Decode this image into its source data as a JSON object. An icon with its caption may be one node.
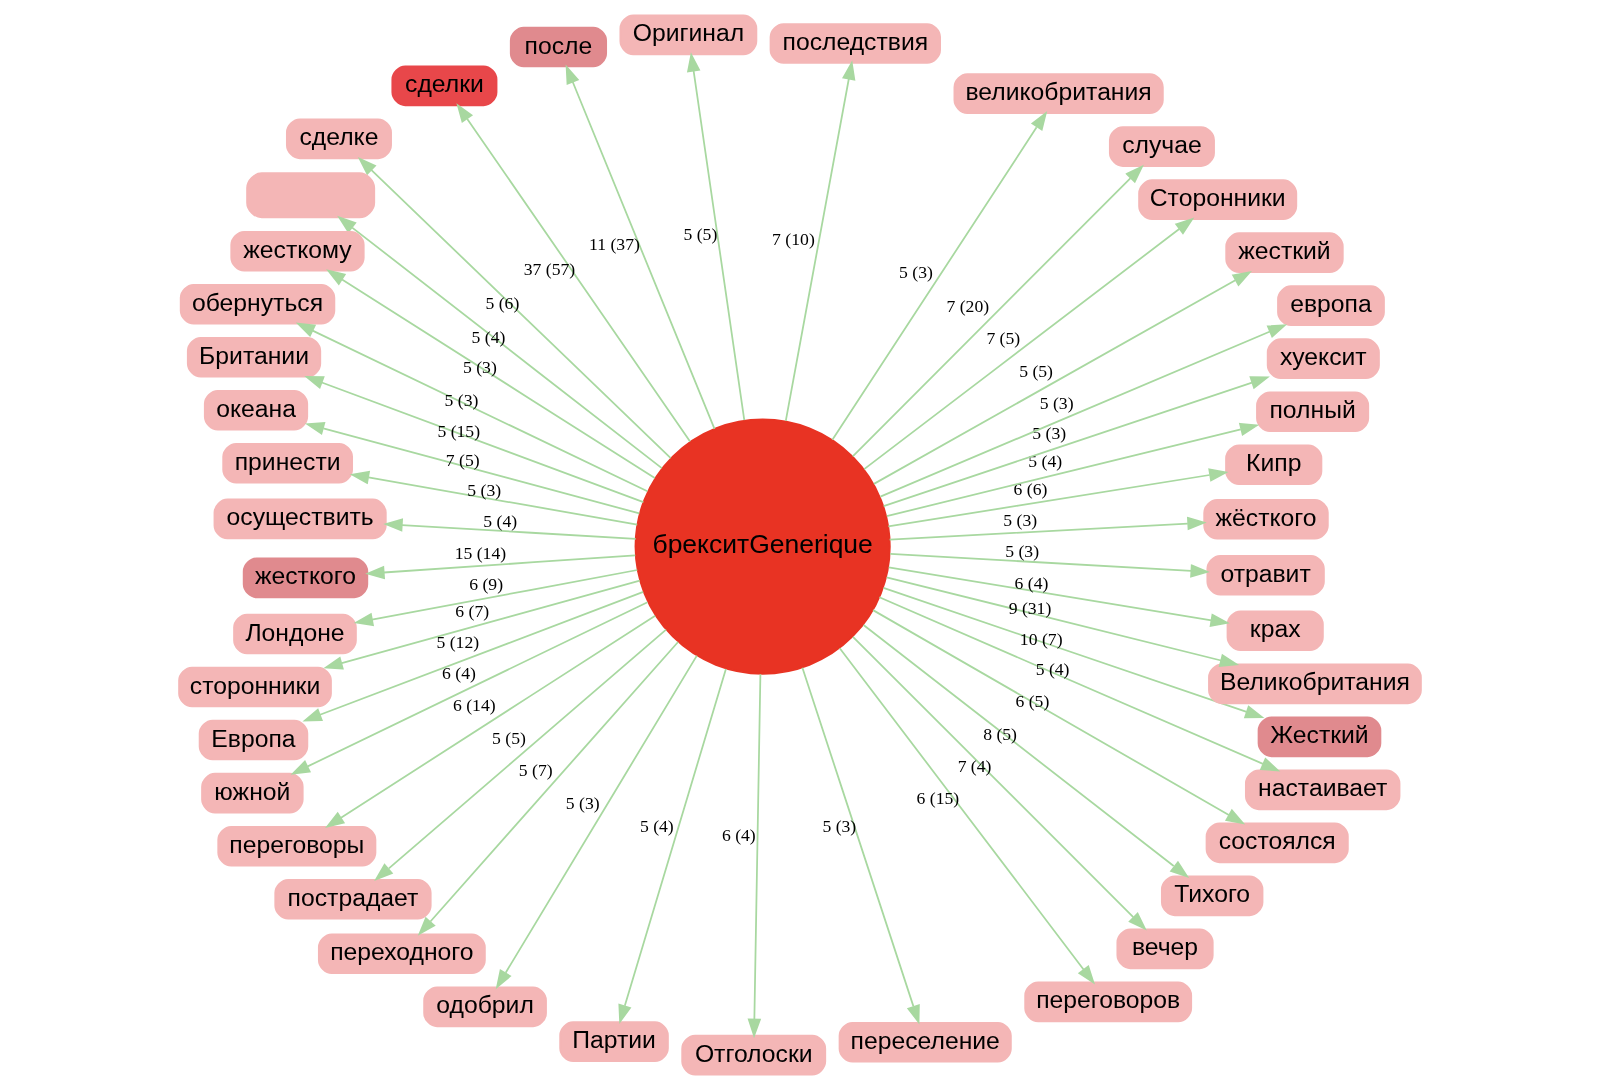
{
  "diagram": {
    "nodes": [
      {
        "text": [
          "брекситGenerique"
        ]
      },
      {
        "text": [
          "жёсткого"
        ]
      },
      {
        "text": [
          "Кипр"
        ]
      },
      {
        "text": [
          "полный"
        ]
      },
      {
        "text": [
          "хуексит"
        ]
      },
      {
        "text": [
          "европа"
        ]
      },
      {
        "text": [
          "жесткий"
        ]
      },
      {
        "text": [
          "Сторонники"
        ]
      },
      {
        "text": [
          "случае"
        ]
      },
      {
        "text": [
          "великобритания"
        ]
      },
      {
        "text": [
          "последствия"
        ]
      },
      {
        "text": [
          "Оригинал"
        ]
      },
      {
        "text": [
          "после"
        ]
      },
      {
        "text": [
          "сделки"
        ]
      },
      {
        "text": [
          "сделке"
        ]
      },
      {
        "text": [],
        "shape": "box"
      },
      {
        "text": [
          "жесткому"
        ]
      },
      {
        "text": [
          "обернуться"
        ]
      },
      {
        "text": [
          "Британии"
        ]
      },
      {
        "text": [
          "океана"
        ]
      },
      {
        "text": [
          "принести"
        ]
      },
      {
        "text": [
          "осуществить"
        ]
      },
      {
        "text": [
          "жесткого"
        ]
      },
      {
        "text": [
          "Лондоне"
        ]
      },
      {
        "text": [
          "сторонники"
        ]
      },
      {
        "text": [
          "Европа"
        ]
      },
      {
        "text": [
          "южной"
        ]
      },
      {
        "text": [
          "переговоры"
        ]
      },
      {
        "text": [
          "пострадает"
        ]
      },
      {
        "text": [
          "переходного"
        ]
      },
      {
        "text": [
          "одобрил"
        ]
      },
      {
        "text": [
          "Партии"
        ]
      },
      {
        "text": [
          "Отголоски"
        ]
      },
      {
        "text": [
          "переселение"
        ]
      },
      {
        "text": [
          "переговоров"
        ]
      },
      {
        "text": [
          "вечер"
        ]
      },
      {
        "text": [
          "Тихого"
        ]
      },
      {
        "text": [
          "состоялся"
        ]
      },
      {
        "text": [
          "настаивает"
        ]
      },
      {
        "text": [
          "Жесткий"
        ]
      },
      {
        "text": [
          "Великобритания"
        ]
      },
      {
        "text": [
          "крах"
        ]
      },
      {
        "text": [
          "отравит"
        ]
      }
    ],
    "edges": [
      {
        "from": 0,
        "to": 1,
        "arrow": "to",
        "label": "5 (3)"
      },
      {
        "from": 0,
        "to": 2,
        "arrow": "to",
        "label": "6 (6)"
      },
      {
        "from": 0,
        "to": 3,
        "arrow": "to",
        "label": "5 (4)"
      },
      {
        "from": 0,
        "to": 4,
        "arrow": "to",
        "label": "5 (3)"
      },
      {
        "from": 0,
        "to": 5,
        "arrow": "to",
        "label": "5 (3)"
      },
      {
        "from": 0,
        "to": 6,
        "arrow": "to",
        "label": "5 (5)"
      },
      {
        "from": 0,
        "to": 7,
        "arrow": "to",
        "label": "7 (5)"
      },
      {
        "from": 0,
        "to": 8,
        "arrow": "to",
        "label": "7 (20)"
      },
      {
        "from": 0,
        "to": 9,
        "arrow": "to",
        "label": "5 (3)"
      },
      {
        "from": 0,
        "to": 10,
        "arrow": "to",
        "label": "7 (10)"
      },
      {
        "from": 0,
        "to": 11,
        "arrow": "to",
        "label": "5 (5)"
      },
      {
        "from": 0,
        "to": 12,
        "arrow": "to",
        "label": "11 (37)"
      },
      {
        "from": 0,
        "to": 13,
        "arrow": "to",
        "label": "37 (57)"
      },
      {
        "from": 0,
        "to": 14,
        "arrow": "to",
        "label": "5 (6)"
      },
      {
        "from": 0,
        "to": 15,
        "arrow": "to",
        "label": "5 (4)"
      },
      {
        "from": 0,
        "to": 16,
        "arrow": "to",
        "label": "5 (3)"
      },
      {
        "from": 0,
        "to": 17,
        "arrow": "to",
        "label": "5 (3)"
      },
      {
        "from": 0,
        "to": 18,
        "arrow": "to",
        "label": "5 (15)"
      },
      {
        "from": 0,
        "to": 19,
        "arrow": "to",
        "label": "7 (5)"
      },
      {
        "from": 0,
        "to": 20,
        "arrow": "to",
        "label": "5 (3)"
      },
      {
        "from": 0,
        "to": 21,
        "arrow": "to",
        "label": "5 (4)"
      },
      {
        "from": 0,
        "to": 22,
        "arrow": "to",
        "label": "15 (14)"
      },
      {
        "from": 0,
        "to": 23,
        "arrow": "to",
        "label": "6 (9)"
      },
      {
        "from": 0,
        "to": 24,
        "arrow": "to",
        "label": "6 (7)"
      },
      {
        "from": 0,
        "to": 25,
        "arrow": "to",
        "label": "5 (12)"
      },
      {
        "from": 0,
        "to": 26,
        "arrow": "to",
        "label": "6 (4)"
      },
      {
        "from": 0,
        "to": 27,
        "arrow": "to",
        "label": "6 (14)"
      },
      {
        "from": 0,
        "to": 28,
        "arrow": "to",
        "label": "5 (5)"
      },
      {
        "from": 0,
        "to": 29,
        "arrow": "to",
        "label": "5 (7)"
      },
      {
        "from": 0,
        "to": 30,
        "arrow": "to",
        "label": "5 (3)"
      },
      {
        "from": 0,
        "to": 31,
        "arrow": "to",
        "label": "5 (4)"
      },
      {
        "from": 0,
        "to": 32,
        "arrow": "to",
        "label": "6 (4)"
      },
      {
        "from": 0,
        "to": 33,
        "arrow": "to",
        "label": "5 (3)"
      },
      {
        "from": 0,
        "to": 34,
        "arrow": "to",
        "label": "6 (15)"
      },
      {
        "from": 0,
        "to": 35,
        "arrow": "to",
        "label": "7 (4)"
      },
      {
        "from": 0,
        "to": 36,
        "arrow": "to",
        "label": "8 (5)"
      },
      {
        "from": 0,
        "to": 37,
        "arrow": "to",
        "label": "6 (5)"
      },
      {
        "from": 0,
        "to": 38,
        "arrow": "to",
        "label": "5 (4)"
      },
      {
        "from": 0,
        "to": 39,
        "arrow": "to",
        "label": "10 (7)"
      },
      {
        "from": 0,
        "to": 40,
        "arrow": "to",
        "label": "9 (31)"
      },
      {
        "from": 0,
        "to": 41,
        "arrow": "to",
        "label": "6 (4)"
      },
      {
        "from": 0,
        "to": 42,
        "arrow": "to",
        "label": "5 (3)"
      }
    ]
  }
}
